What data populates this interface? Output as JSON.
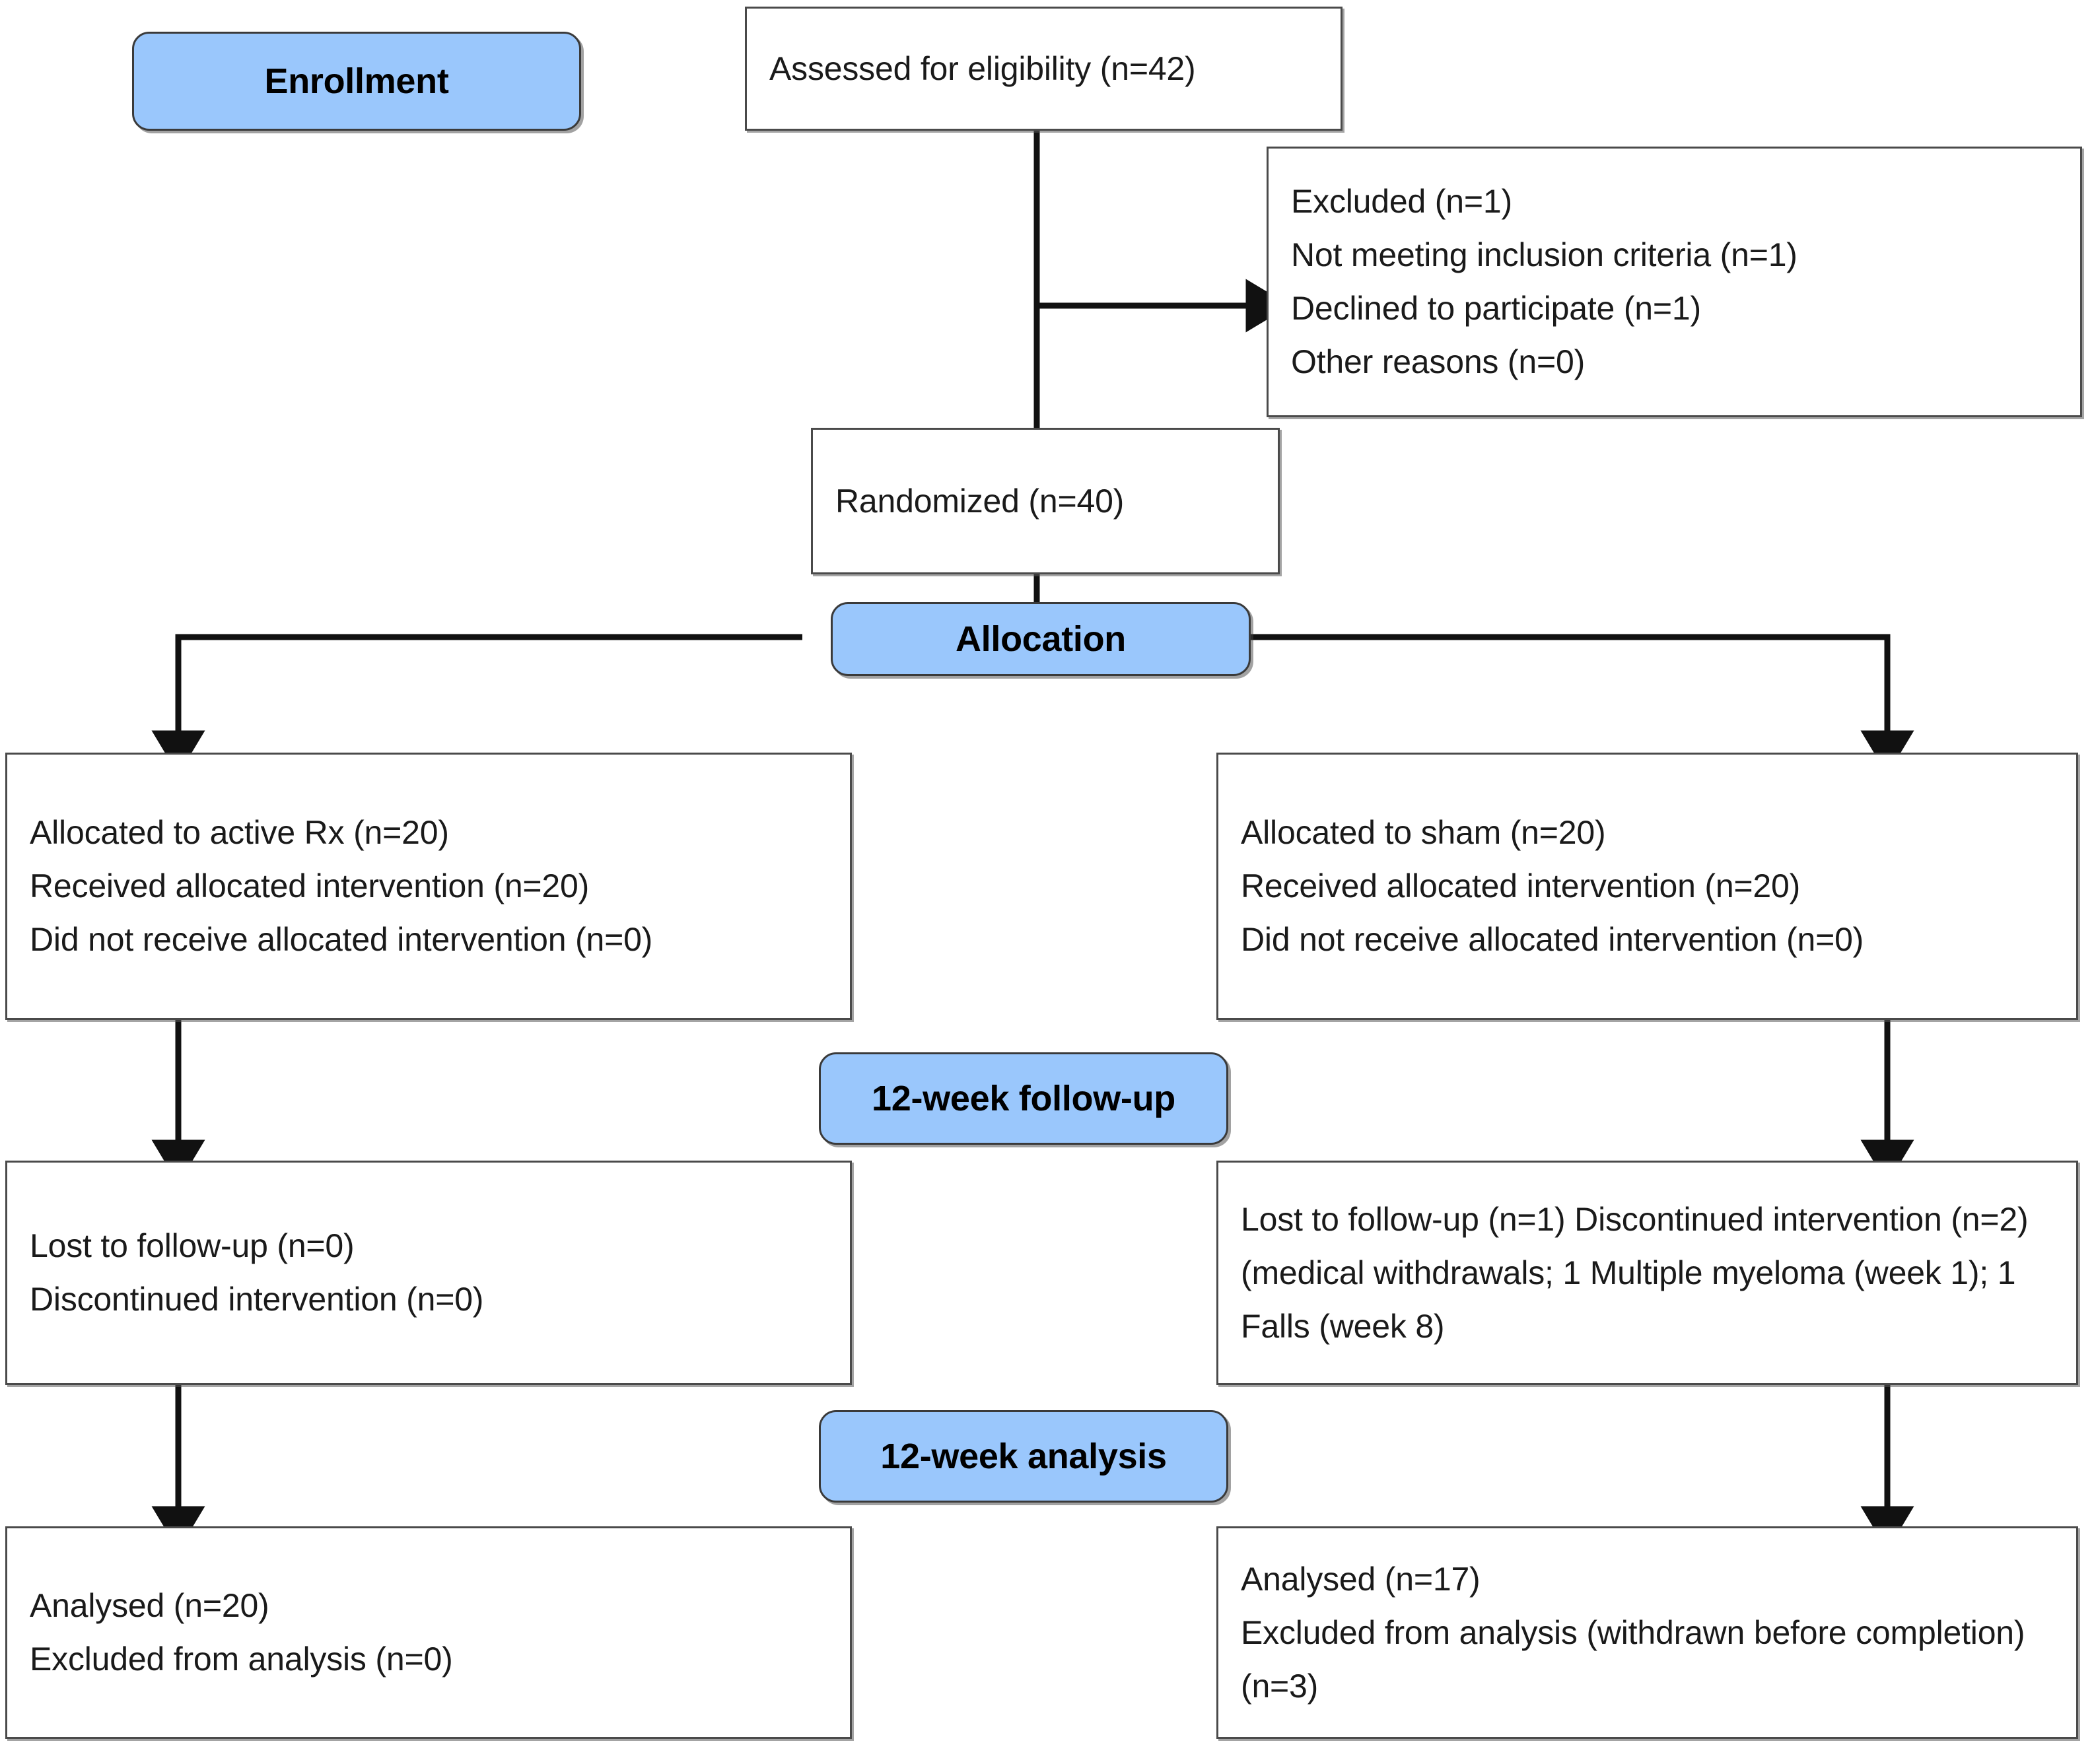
{
  "diagram": {
    "title": "CONSORT participant flow diagram",
    "accent_color": "#9ac7fc",
    "box_border_color": "#4a4a4a",
    "text_color": "#1a1a1a"
  },
  "stages": {
    "enrollment": "Enrollment",
    "allocation": "Allocation",
    "followup": "12-week follow-up",
    "analysis": "12-week analysis"
  },
  "nodes": {
    "assessed": {
      "lines": [
        "Assessed for eligibility (n=42)"
      ]
    },
    "excluded": {
      "lines": [
        "Excluded (n=1)",
        "Not meeting inclusion criteria (n=1)",
        "Declined to participate (n=1)",
        "Other reasons (n=0)"
      ]
    },
    "randomized": {
      "lines": [
        "Randomized (n=40)"
      ]
    },
    "alloc_left": {
      "lines": [
        "Allocated to active Rx (n=20)",
        "Received allocated intervention (n=20)",
        "Did not receive allocated intervention (n=0)"
      ]
    },
    "alloc_right": {
      "lines": [
        "Allocated to sham (n=20)",
        "Received allocated intervention (n=20)",
        "Did not receive allocated intervention (n=0)"
      ]
    },
    "followup_left": {
      "lines": [
        "Lost to follow-up (n=0)",
        "Discontinued intervention (n=0)"
      ]
    },
    "followup_right": {
      "lines": [
        "Lost to follow-up (n=1) Discontinued intervention (n=2) (medical withdrawals; 1 Multiple myeloma (week 1); 1 Falls (week 8)"
      ]
    },
    "analysis_left": {
      "lines": [
        "Analysed (n=20)",
        "Excluded from analysis (n=0)"
      ]
    },
    "analysis_right": {
      "lines": [
        "Analysed (n=17)",
        "Excluded from analysis (withdrawn before completion) (n=3)"
      ]
    }
  }
}
